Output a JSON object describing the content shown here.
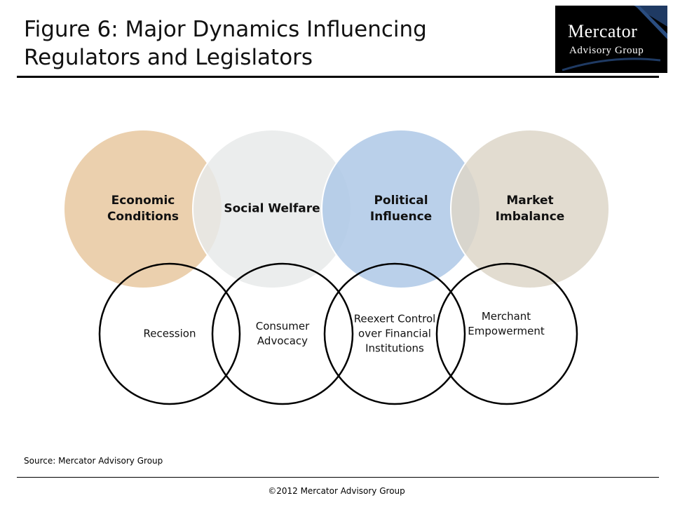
{
  "title": "Figure 6: Major Dynamics Influencing Regulators and Legislators",
  "logo": {
    "line1": "Mercator",
    "line2": "Advisory Group",
    "accent_color": "#1f3a63"
  },
  "top_circles": [
    {
      "lines": [
        "Economic",
        "Conditions"
      ],
      "color": "#e8c8a0"
    },
    {
      "lines": [
        "Social Welfare"
      ],
      "color": "#e8eaea"
    },
    {
      "lines": [
        "Political",
        "Influence"
      ],
      "color": "#aec8e6"
    },
    {
      "lines": [
        "Market",
        "Imbalance"
      ],
      "color": "#ddd6c8"
    }
  ],
  "bottom_circles": [
    {
      "lines": [
        "Recession"
      ]
    },
    {
      "lines": [
        "Consumer",
        "Advocacy"
      ]
    },
    {
      "lines": [
        "Reexert Control",
        "over Financial",
        "Institutions"
      ]
    },
    {
      "lines": [
        "Merchant",
        "Empowerment"
      ]
    }
  ],
  "source": "Source: Mercator Advisory Group",
  "copyright": "©2012 Mercator Advisory Group"
}
